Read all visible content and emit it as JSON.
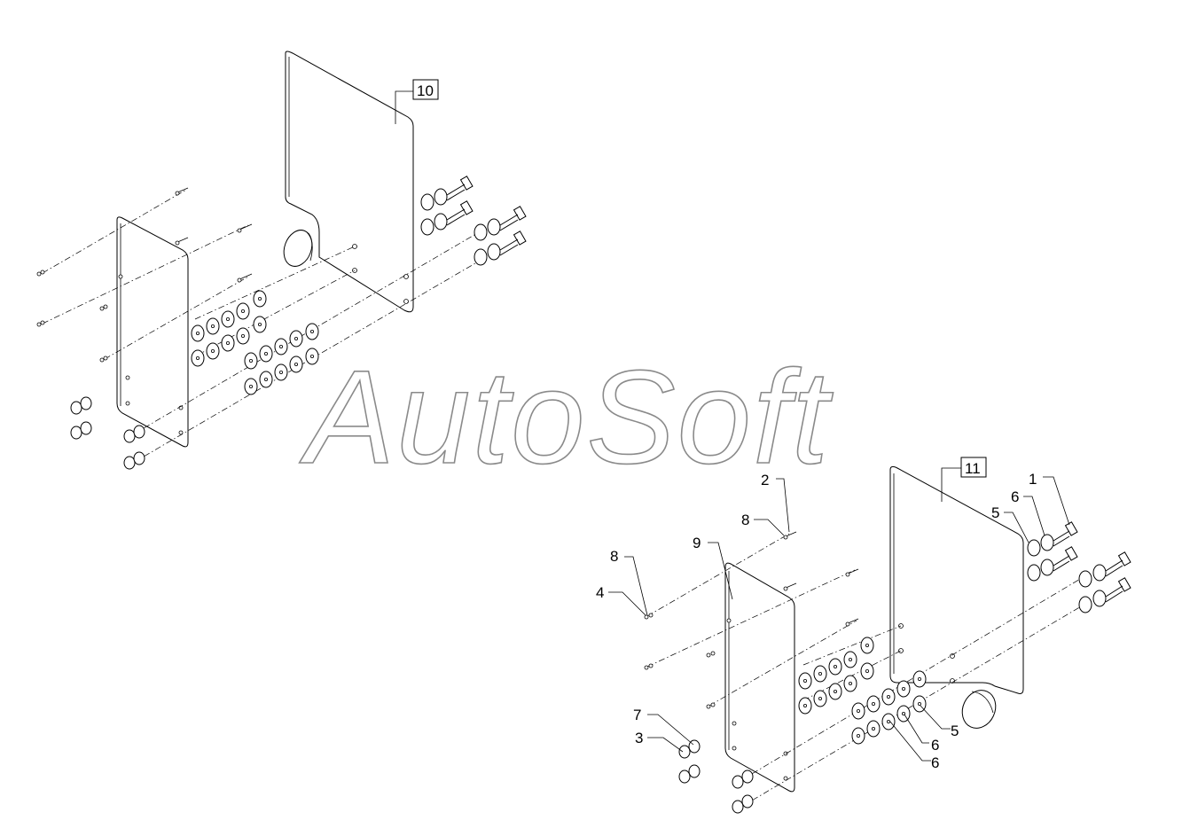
{
  "watermark": "AutoSoft",
  "assembly_labels": {
    "upper": "10",
    "lower": "11"
  },
  "callouts": {
    "c1": "1",
    "c2": "2",
    "c3": "3",
    "c4": "4",
    "c5a": "5",
    "c5b": "5",
    "c6a": "6",
    "c6b": "6",
    "c6c": "6",
    "c7": "7",
    "c8a": "8",
    "c8b": "8",
    "c9": "9"
  }
}
